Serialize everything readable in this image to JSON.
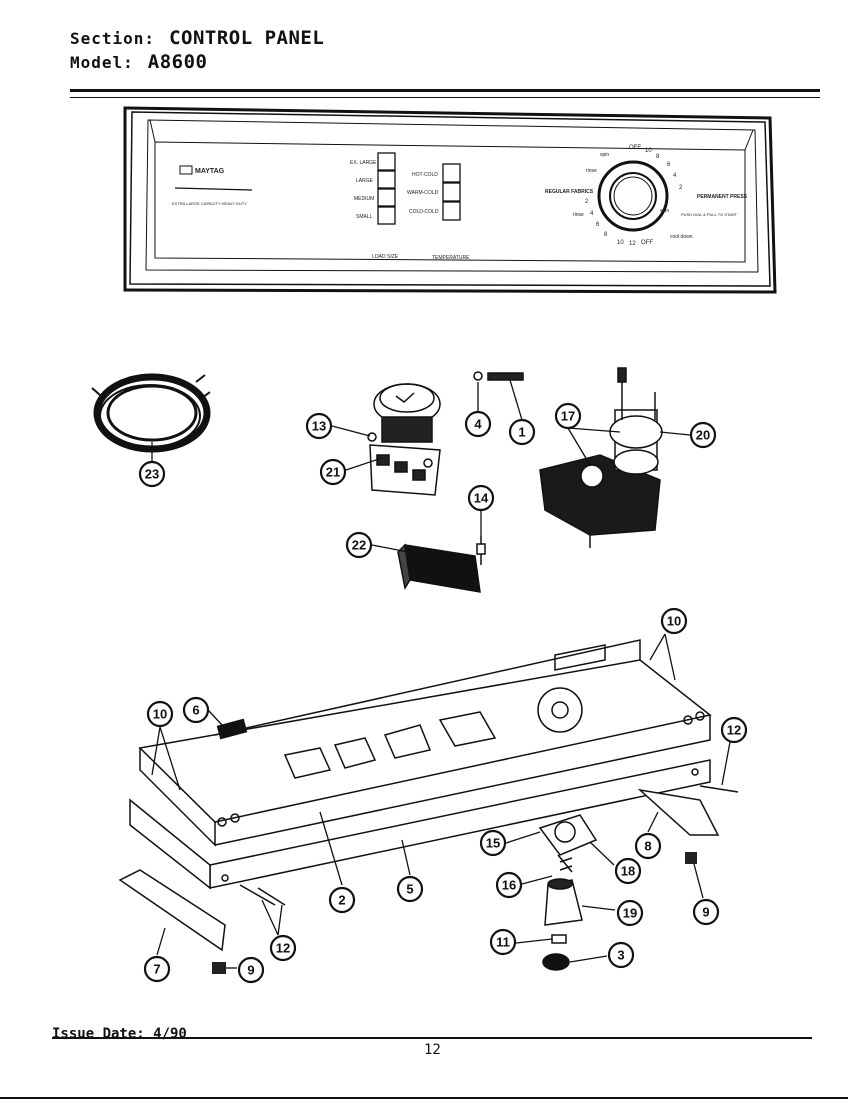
{
  "header": {
    "section_label": "Section:",
    "section_value": "CONTROL PANEL",
    "model_label": "Model:",
    "model_value": "A8600"
  },
  "panel": {
    "brand": "MAYTAG",
    "capacity_text": "EXTRA LARGE CAPACITY HEAVY DUTY",
    "load_labels": [
      "EX. LARGE",
      "LARGE",
      "MEDIUM",
      "SMALL"
    ],
    "load_caption": "LOAD SIZE",
    "temp_labels": [
      "HOT-COLD",
      "WARM-COLD",
      "COLD-COLD"
    ],
    "temp_caption": "TEMPERATURE",
    "dial_left_label": "REGULAR FABRICS",
    "dial_right_label": "PERMANENT PRESS",
    "dial_numbers": [
      "OFF",
      "10",
      "8",
      "6",
      "4",
      "2",
      "2",
      "4",
      "6",
      "8",
      "10",
      "12",
      "OFF"
    ],
    "dial_notes": [
      "spin",
      "rinse",
      "rinse",
      "spin",
      "cool down",
      "PUSH DIAL & PULL TO START"
    ]
  },
  "callouts": [
    "23",
    "13",
    "21",
    "4",
    "1",
    "17",
    "20",
    "14",
    "22",
    "10",
    "6",
    "10",
    "12",
    "2",
    "5",
    "15",
    "18",
    "8",
    "16",
    "19",
    "9",
    "11",
    "3",
    "12",
    "7",
    "9"
  ],
  "footer": {
    "issue_date": "Issue Date: 4/90",
    "page_number": "12"
  }
}
